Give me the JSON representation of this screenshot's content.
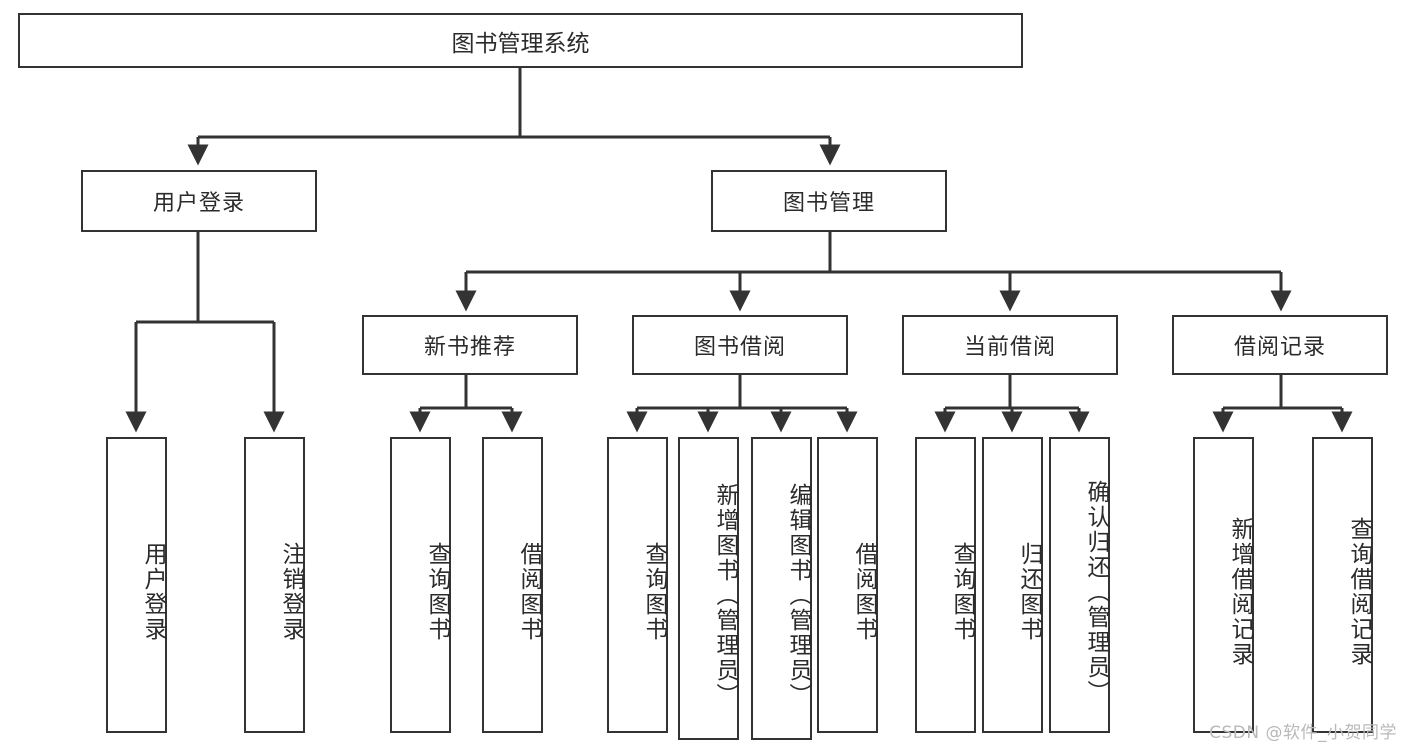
{
  "diagram": {
    "title": "图书管理系统",
    "type": "tree",
    "root": {
      "label": "图书管理系统"
    },
    "level2": [
      {
        "label": "用户登录"
      },
      {
        "label": "图书管理"
      }
    ],
    "level3": [
      {
        "label": "新书推荐"
      },
      {
        "label": "图书借阅"
      },
      {
        "label": "当前借阅"
      },
      {
        "label": "借阅记录"
      }
    ],
    "leaves": {
      "user_login": [
        {
          "label": "用户登录"
        },
        {
          "label": "注销登录"
        }
      ],
      "new_book_recommend": [
        {
          "label": "查询图书"
        },
        {
          "label": "借阅图书"
        }
      ],
      "book_borrow": [
        {
          "label": "查询图书"
        },
        {
          "label": "新增图书（管理员）"
        },
        {
          "label": "编辑图书（管理员）"
        },
        {
          "label": "借阅图书"
        }
      ],
      "current_borrow": [
        {
          "label": "查询图书"
        },
        {
          "label": "归还图书"
        },
        {
          "label": "确认归还（管理员）"
        }
      ],
      "borrow_record": [
        {
          "label": "新增借阅记录"
        },
        {
          "label": "查询借阅记录"
        }
      ]
    }
  },
  "watermark": {
    "text": "CSDN @软件_小贺同学"
  },
  "colors": {
    "background": "#ffffff",
    "box_border": "#333333",
    "box_fill": "#ffffff",
    "text": "#2b2b2b",
    "connector": "#333333",
    "watermark": "#b9b9b9"
  }
}
